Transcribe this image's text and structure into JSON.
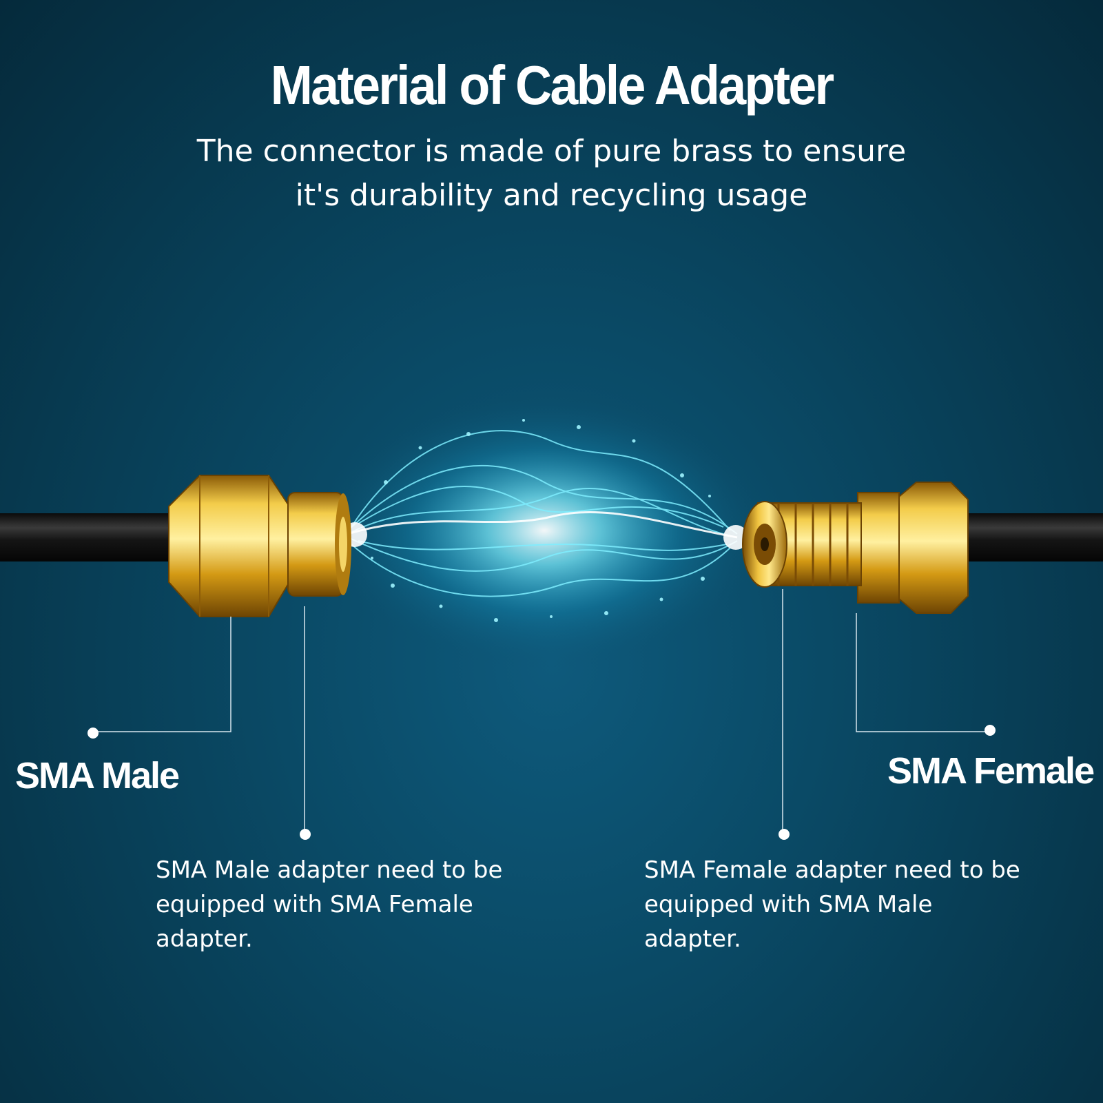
{
  "header": {
    "title": "Material of Cable Adapter",
    "subtitle_line1": "The connector is made of pure brass to ensure",
    "subtitle_line2": "it's durability and recycling usage"
  },
  "left_callout": {
    "label": "SMA Male",
    "desc_line1": "SMA Male adapter need to be",
    "desc_line2": "equipped with SMA Female",
    "desc_line3": "adapter."
  },
  "right_callout": {
    "label": "SMA Female",
    "desc_line1": "SMA Female adapter need to be",
    "desc_line2": "equipped with SMA Male",
    "desc_line3": "adapter."
  },
  "colors": {
    "background": "#0a4a66",
    "brass": "#d9a21b",
    "spark": "#5fe3ff",
    "text": "#ffffff"
  }
}
